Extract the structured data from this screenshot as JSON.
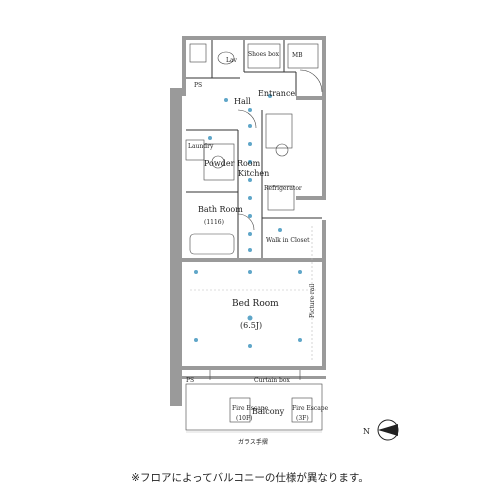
{
  "rooms": {
    "shoes_box": "Shoes box",
    "mb": "MB",
    "lav": "Lav",
    "ps_top": "PS",
    "entrance": "Entrance",
    "hall": "Hall",
    "laundry": "Laundry",
    "powder_room": "Powder Room",
    "kitchen": "Kitchen",
    "refrigerator": "Refrigerator",
    "bath_room": "Bath Room",
    "bath_size": "(1116)",
    "walk_in_closet": "Walk in Closet",
    "bed_room": "Bed Room",
    "bed_size": "(6.5J)",
    "picture_rail": "Picture rail",
    "curtain_box": "Curtain box",
    "ps_bottom": "PS",
    "balcony": "Balcony",
    "fire_escape_left": "Fire Escape",
    "fire_escape_left_sub": "(10F)",
    "fire_escape_right": "Fire Escape",
    "fire_escape_right_sub": "(3F)",
    "glass_railing": "ガラス手摺"
  },
  "compass": {
    "label": "N"
  },
  "note": "※フロアによってバルコニーの仕様が異なります。",
  "colors": {
    "wall": "#9a9a9a",
    "fixture_dot": "#5fa6c8"
  }
}
